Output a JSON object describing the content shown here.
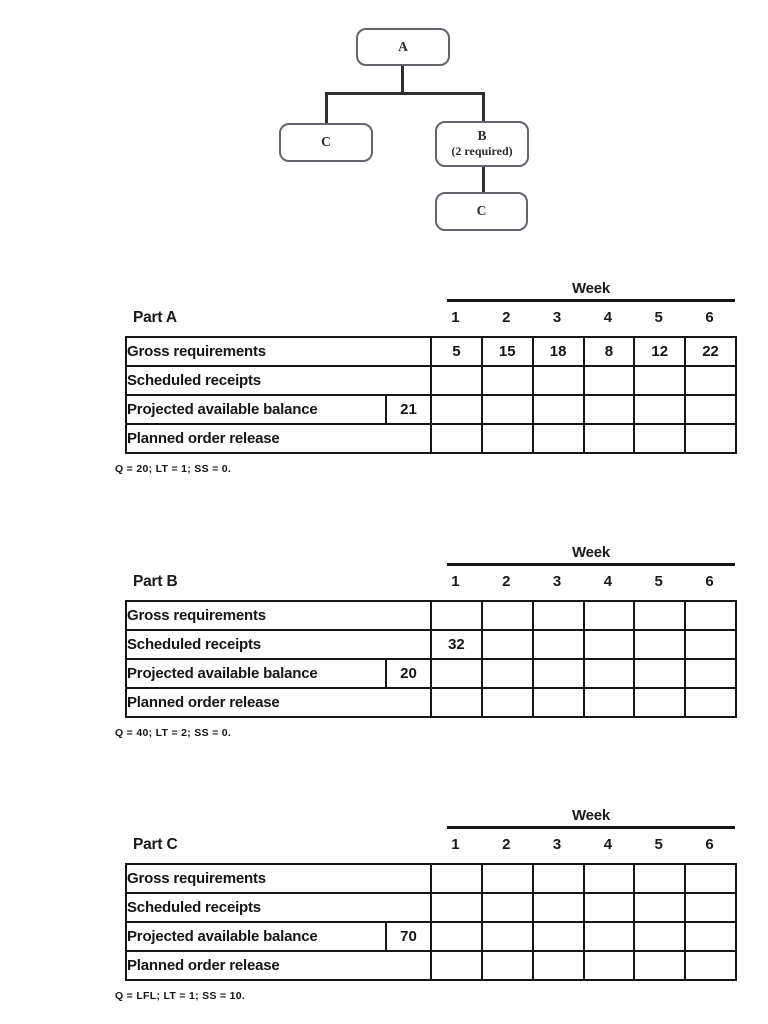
{
  "colors": {
    "ink": "#161616",
    "tree_box_border": "#64646f"
  },
  "tree": {
    "nodes": [
      {
        "label": "A"
      },
      {
        "label": "C"
      },
      {
        "label": "B",
        "sublabel": "(2 required)"
      },
      {
        "label": "C"
      }
    ]
  },
  "tables": [
    {
      "part_label": "Part A",
      "week_header": "Week",
      "week_columns": [
        "1",
        "2",
        "3",
        "4",
        "5",
        "6"
      ],
      "rows": [
        {
          "label": "Gross requirements",
          "values": [
            "5",
            "15",
            "18",
            "8",
            "12",
            "22"
          ]
        },
        {
          "label": "Scheduled receipts",
          "values": [
            "",
            "",
            "",
            "",
            "",
            ""
          ]
        },
        {
          "label": "Projected available balance",
          "current": "21",
          "values": [
            "",
            "",
            "",
            "",
            "",
            ""
          ]
        },
        {
          "label": "Planned order release",
          "values": [
            "",
            "",
            "",
            "",
            "",
            ""
          ]
        }
      ],
      "footnote": "Q = 20; LT = 1; SS = 0."
    },
    {
      "part_label": "Part B",
      "week_header": "Week",
      "week_columns": [
        "1",
        "2",
        "3",
        "4",
        "5",
        "6"
      ],
      "rows": [
        {
          "label": "Gross requirements",
          "values": [
            "",
            "",
            "",
            "",
            "",
            ""
          ]
        },
        {
          "label": "Scheduled receipts",
          "values": [
            "32",
            "",
            "",
            "",
            "",
            ""
          ]
        },
        {
          "label": "Projected available balance",
          "current": "20",
          "values": [
            "",
            "",
            "",
            "",
            "",
            ""
          ]
        },
        {
          "label": "Planned order release",
          "values": [
            "",
            "",
            "",
            "",
            "",
            ""
          ]
        }
      ],
      "footnote": "Q = 40; LT = 2; SS = 0."
    },
    {
      "part_label": "Part C",
      "week_header": "Week",
      "week_columns": [
        "1",
        "2",
        "3",
        "4",
        "5",
        "6"
      ],
      "rows": [
        {
          "label": "Gross requirements",
          "values": [
            "",
            "",
            "",
            "",
            "",
            ""
          ]
        },
        {
          "label": "Scheduled receipts",
          "values": [
            "",
            "",
            "",
            "",
            "",
            ""
          ]
        },
        {
          "label": "Projected available balance",
          "current": "70",
          "values": [
            "",
            "",
            "",
            "",
            "",
            ""
          ]
        },
        {
          "label": "Planned order release",
          "values": [
            "",
            "",
            "",
            "",
            "",
            ""
          ]
        }
      ],
      "footnote": "Q = LFL; LT = 1; SS = 10."
    }
  ]
}
